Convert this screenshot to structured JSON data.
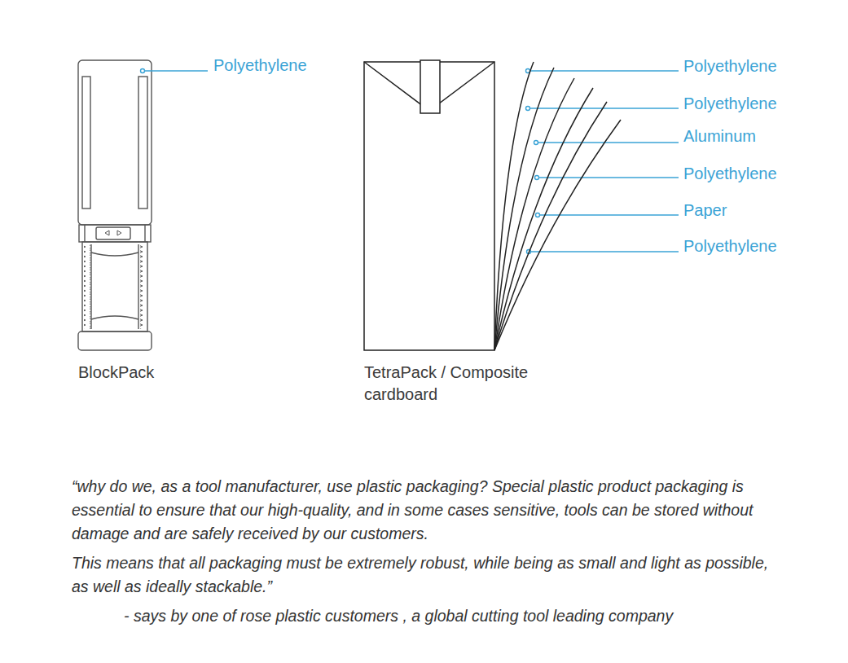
{
  "diagram": {
    "labels": [
      "Polyethylene",
      "Polyethylene",
      "Polyethylene",
      "Aluminum",
      "Polyethylene",
      "Paper",
      "Polyethylene",
      "BlockPack",
      "TetraPack / Composite cardboard",
      "“why do we, as a tool manufacturer, use plastic packaging? Special plastic product packaging is essential to ensure that our high-quality, and in some cases sensitive, tools can be stored without damage and are safely received by our customers.",
      "This means that all packaging must be extremely robust, while being as small and light as possible, as well as ideally stackable.”",
      "- says by one of rose plastic customers , a global cutting tool leading company"
    ]
  }
}
